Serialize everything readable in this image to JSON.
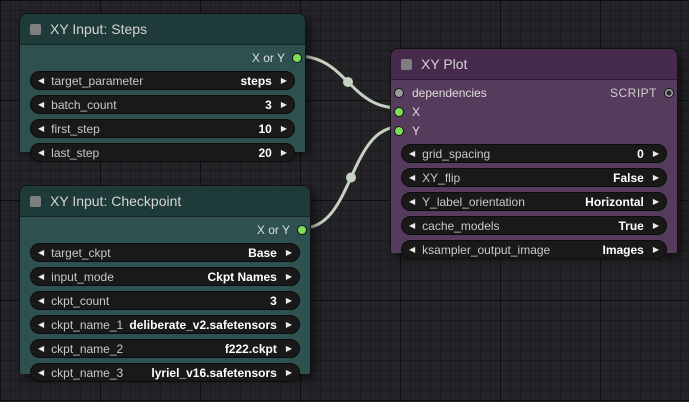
{
  "colors": {
    "canvas_bg": "#242428",
    "teal_header": "#1e3b3a",
    "teal_body": "#2e5150",
    "purple_header": "#462b4d",
    "purple_body": "#563c5c",
    "widget_bg": "#191919",
    "wire": "#c7d3c2",
    "slot_green": "#7ddf57",
    "slot_gray": "#9a9a9a",
    "value_text": "#ffffff",
    "label_text": "#c9c9c9"
  },
  "nodes": {
    "steps": {
      "title": "XY Input: Steps",
      "output_label": "X or Y",
      "widgets": [
        {
          "name": "target_parameter",
          "value": "steps"
        },
        {
          "name": "batch_count",
          "value": "3"
        },
        {
          "name": "first_step",
          "value": "10"
        },
        {
          "name": "last_step",
          "value": "20"
        }
      ]
    },
    "checkpoint": {
      "title": "XY Input: Checkpoint",
      "output_label": "X or Y",
      "widgets": [
        {
          "name": "target_ckpt",
          "value": "Base"
        },
        {
          "name": "input_mode",
          "value": "Ckpt Names"
        },
        {
          "name": "ckpt_count",
          "value": "3"
        },
        {
          "name": "ckpt_name_1",
          "value": "deliberate_v2.safetensors"
        },
        {
          "name": "ckpt_name_2",
          "value": "f222.ckpt"
        },
        {
          "name": "ckpt_name_3",
          "value": "lyriel_v16.safetensors"
        }
      ]
    },
    "plot": {
      "title": "XY Plot",
      "inputs": [
        {
          "label": "dependencies"
        },
        {
          "label": "X"
        },
        {
          "label": "Y"
        }
      ],
      "output_label": "SCRIPT",
      "widgets": [
        {
          "name": "grid_spacing",
          "value": "0"
        },
        {
          "name": "XY_flip",
          "value": "False"
        },
        {
          "name": "Y_label_orientation",
          "value": "Horizontal"
        },
        {
          "name": "cache_models",
          "value": "True"
        },
        {
          "name": "ksampler_output_image",
          "value": "Images"
        }
      ]
    }
  }
}
